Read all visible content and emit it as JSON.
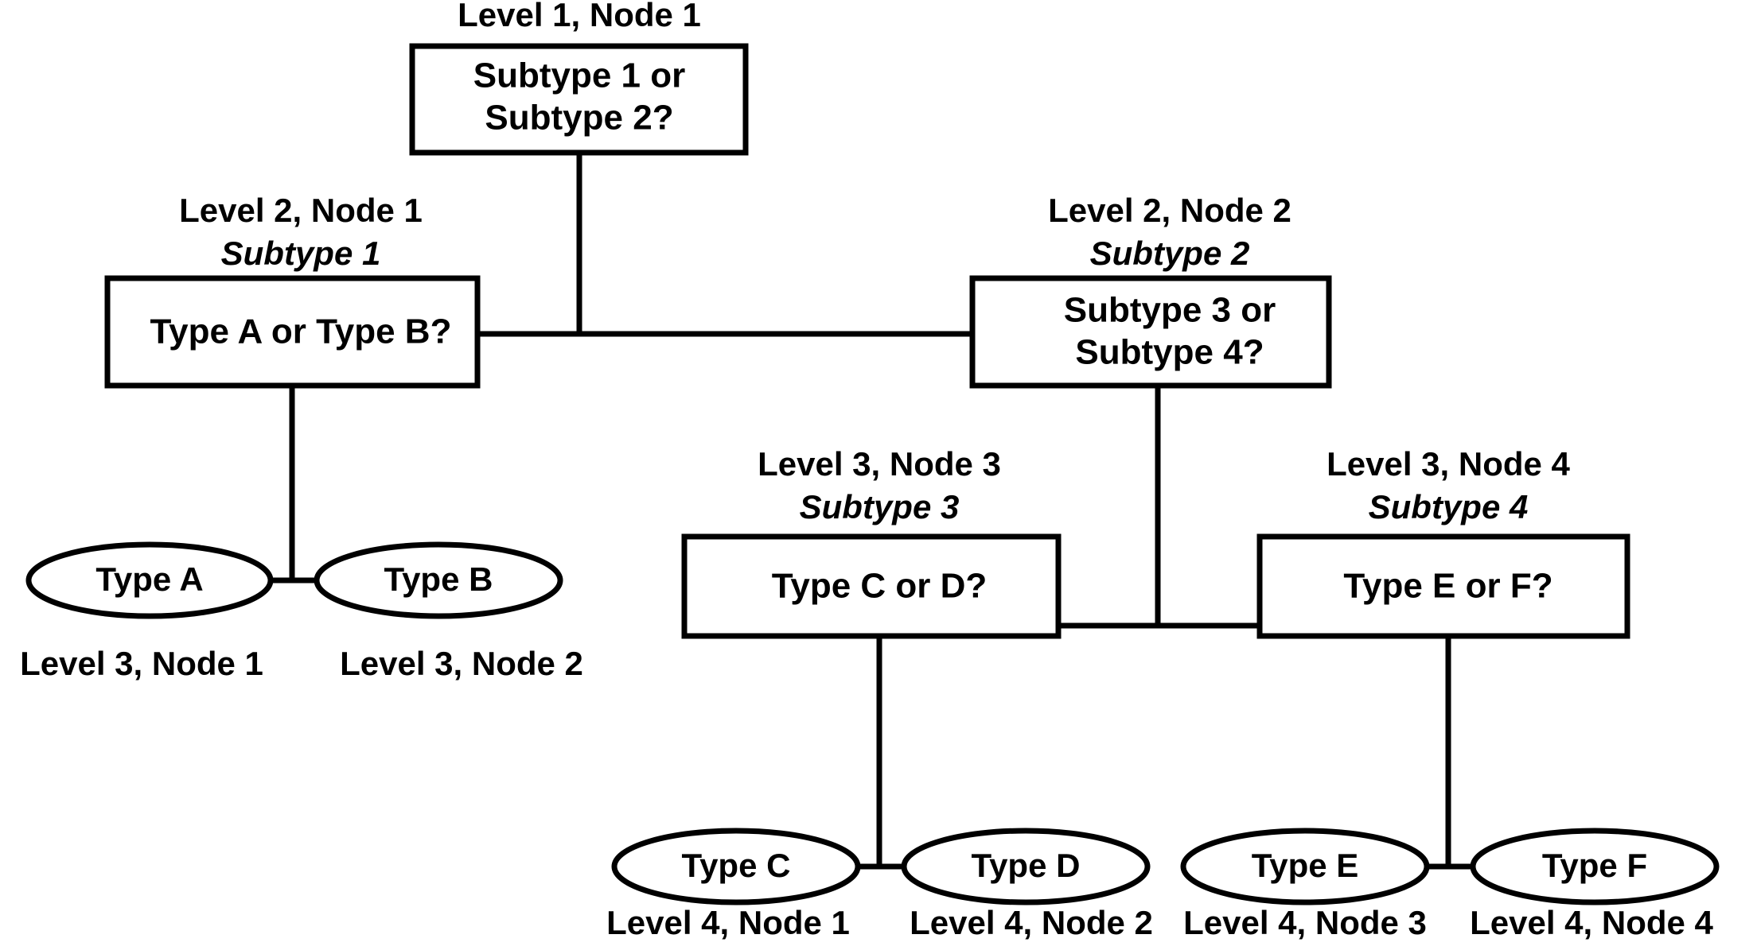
{
  "diagram": {
    "type": "decision-tree",
    "title": "",
    "background_color": "#ffffff",
    "line_color": "#000000",
    "nodes": [
      {
        "id": "l1n1",
        "shape": "box",
        "caption": "Level 1, Node 1",
        "subtype": "",
        "text_line1": "Subtype 1 or",
        "text_line2": "Subtype 2?"
      },
      {
        "id": "l2n1",
        "shape": "box",
        "caption": "Level 2, Node 1",
        "subtype": "Subtype 1",
        "text_line1": "Type A or Type B?",
        "text_line2": ""
      },
      {
        "id": "l2n2",
        "shape": "box",
        "caption": "Level 2, Node 2",
        "subtype": "Subtype 2",
        "text_line1": "Subtype 3 or",
        "text_line2": "Subtype 4?"
      },
      {
        "id": "l3n3",
        "shape": "box",
        "caption": "Level 3, Node 3",
        "subtype": "Subtype 3",
        "text_line1": "Type C or D?",
        "text_line2": ""
      },
      {
        "id": "l3n4",
        "shape": "box",
        "caption": "Level 3, Node 4",
        "subtype": "Subtype 4",
        "text_line1": "Type E or F?",
        "text_line2": ""
      }
    ],
    "leaves": [
      {
        "id": "leafA",
        "shape": "ellipse",
        "label": "Type A",
        "caption": "Level 3, Node 1"
      },
      {
        "id": "leafB",
        "shape": "ellipse",
        "label": "Type B",
        "caption": "Level 3, Node 2"
      },
      {
        "id": "leafC",
        "shape": "ellipse",
        "label": "Type C",
        "caption": "Level 4, Node 1"
      },
      {
        "id": "leafD",
        "shape": "ellipse",
        "label": "Type D",
        "caption": "Level 4, Node 2"
      },
      {
        "id": "leafE",
        "shape": "ellipse",
        "label": "Type E",
        "caption": "Level 4, Node 3"
      },
      {
        "id": "leafF",
        "shape": "ellipse",
        "label": "Type F",
        "caption": "Level 4, Node 4"
      }
    ]
  }
}
